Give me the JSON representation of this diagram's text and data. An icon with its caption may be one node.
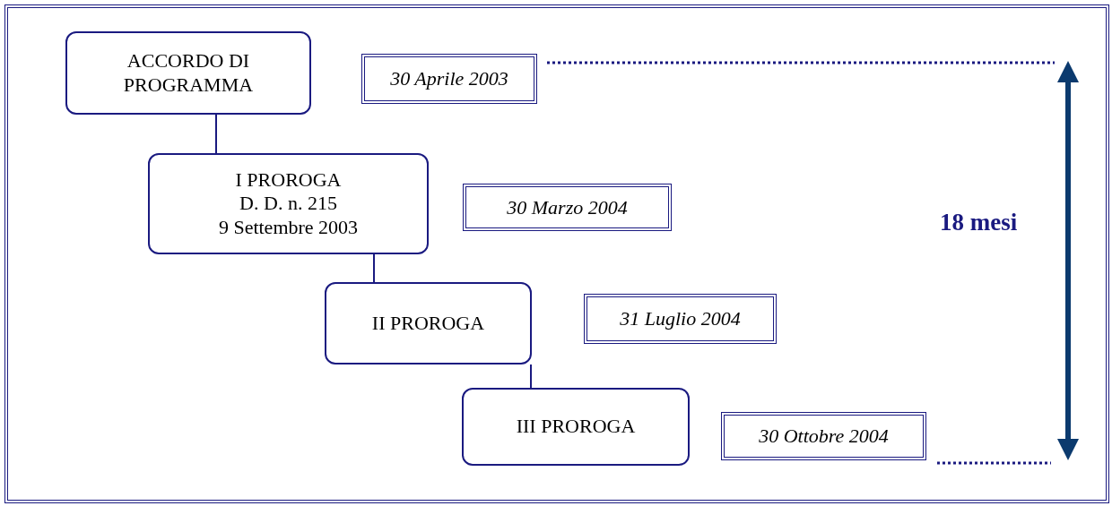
{
  "diagram": {
    "nodes": [
      {
        "text": [
          "ACCORDO DI PROGRAMMA"
        ]
      },
      {
        "text": [
          "I PROROGA",
          "D. D. n. 215",
          "9 Settembre 2003"
        ]
      },
      {
        "text": [
          "II PROROGA"
        ]
      },
      {
        "text": [
          "III PROROGA"
        ]
      },
      {
        "text": [
          "30 Aprile 2003"
        ]
      },
      {
        "text": [
          "30 Marzo 2004"
        ]
      },
      {
        "text": [
          "31 Luglio 2004"
        ]
      },
      {
        "text": [
          "30 Ottobre 2004"
        ]
      }
    ],
    "edges": [
      {
        "from": 0,
        "to": 1,
        "arrow": "none"
      },
      {
        "from": 1,
        "to": 2,
        "arrow": "none"
      },
      {
        "from": 2,
        "to": 3,
        "arrow": "none"
      }
    ],
    "labels": [
      "18 mesi"
    ]
  }
}
